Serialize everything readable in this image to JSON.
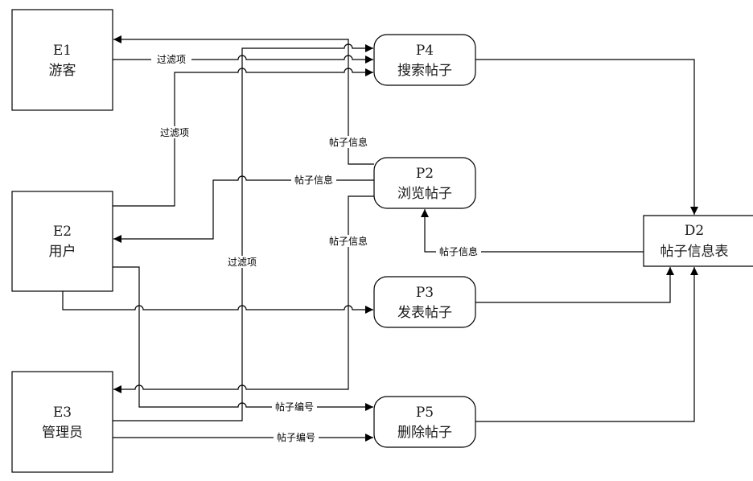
{
  "diagram": {
    "type": "data-flow-diagram",
    "colors": {
      "stroke": "#000000",
      "background": "#ffffff",
      "text": "#1a1a1a"
    },
    "entities": [
      {
        "id": "E1",
        "name": "游客"
      },
      {
        "id": "E2",
        "name": "用户"
      },
      {
        "id": "E3",
        "name": "管理员"
      }
    ],
    "processes": [
      {
        "id": "P4",
        "name": "搜索帖子"
      },
      {
        "id": "P2",
        "name": "浏览帖子"
      },
      {
        "id": "P3",
        "name": "发表帖子"
      },
      {
        "id": "P5",
        "name": "删除帖子"
      }
    ],
    "stores": [
      {
        "id": "D2",
        "name": "帖子信息表"
      }
    ],
    "flows": [
      {
        "from": "P2",
        "to": "E1",
        "label": "帖子信息",
        "label_visible": true
      },
      {
        "from": "E1",
        "to": "P4",
        "label": "过滤项"
      },
      {
        "from": "E2",
        "to": "P4",
        "label": "过滤项"
      },
      {
        "from": "E3",
        "to": "P4",
        "label": "过滤项"
      },
      {
        "from": "P2",
        "to": "E2",
        "label": "帖子信息"
      },
      {
        "from": "P2",
        "to": "E3",
        "label": "帖子信息"
      },
      {
        "from": "D2",
        "to": "P2",
        "label": "帖子信息"
      },
      {
        "from": "E2",
        "to": "P3",
        "label": ""
      },
      {
        "from": "E2",
        "to": "P5",
        "label": "帖子编号"
      },
      {
        "from": "E3",
        "to": "P5",
        "label": "帖子编号"
      },
      {
        "from": "P4",
        "to": "D2",
        "label": ""
      },
      {
        "from": "P3",
        "to": "D2",
        "label": ""
      },
      {
        "from": "P5",
        "to": "D2",
        "label": ""
      }
    ]
  }
}
